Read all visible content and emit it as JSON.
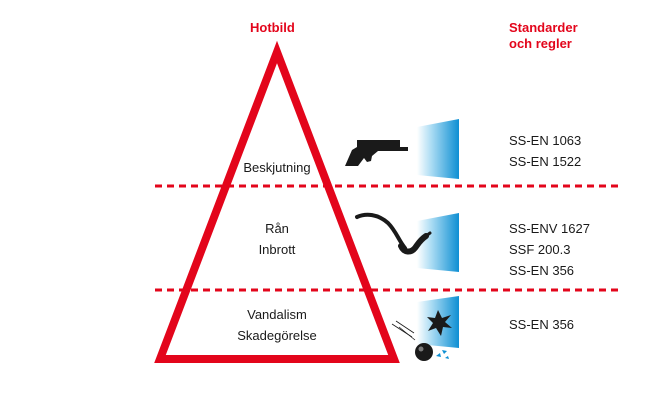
{
  "headers": {
    "threat": "Hotbild",
    "standards_line1": "Standarder",
    "standards_line2": "och regler"
  },
  "levels": [
    {
      "id": "shooting",
      "lines": [
        "Beskjutning"
      ],
      "icon": "pistol-icon",
      "standards": [
        "SS-EN 1063",
        "SS-EN 1522"
      ]
    },
    {
      "id": "burglary",
      "lines": [
        "Rån",
        "Inbrott"
      ],
      "icon": "crowbar-icon",
      "standards": [
        "SS-ENV 1627",
        "SSF 200.3",
        "SS-EN 356"
      ]
    },
    {
      "id": "vandalism",
      "lines": [
        "Vandalism",
        "Skadegörelse"
      ],
      "icon": "thrown-ball-impact-icon",
      "standards": [
        "SS-EN 356"
      ]
    }
  ],
  "colors": {
    "accent": "#e3051b",
    "text": "#1a1a1a",
    "glass_light": "#ffffff",
    "glass_dark": "#0e8fd3",
    "icon": "#1a1a1a"
  }
}
